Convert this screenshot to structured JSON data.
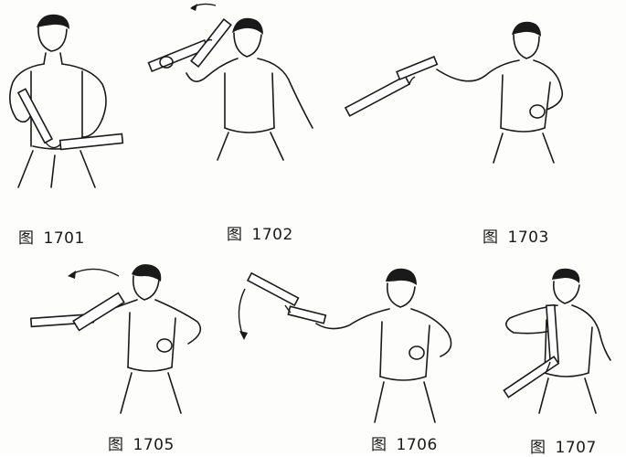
{
  "figures": [
    {
      "label": "图",
      "number": "1701"
    },
    {
      "label": "图",
      "number": "1702"
    },
    {
      "label": "图",
      "number": "1703"
    },
    {
      "label": "图",
      "number": "1705"
    },
    {
      "label": "图",
      "number": "1706"
    },
    {
      "label": "图",
      "number": "1707"
    }
  ],
  "colors": {
    "ink": "#1a1a1a",
    "paper": "#fdfdfb"
  }
}
